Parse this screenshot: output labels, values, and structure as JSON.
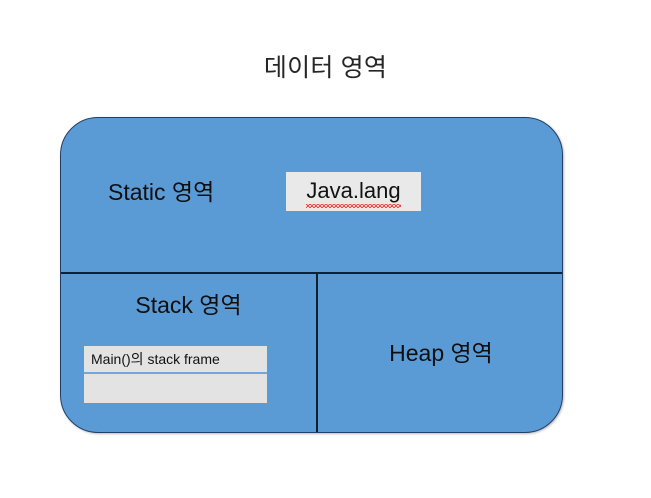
{
  "diagram": {
    "title": "데이터 영역",
    "regions": {
      "static": {
        "label": "Static 영역",
        "item_box": {
          "text": "Java.lang",
          "spellcheck_underline": true,
          "background_color": "#E9E9E9",
          "underline_color": "#e01b1b"
        }
      },
      "stack": {
        "label": "Stack 영역",
        "frames": [
          {
            "text": "Main()의 stack frame"
          },
          {
            "text": ""
          }
        ],
        "frame_table_background": "#E3E3E3",
        "frame_divider_color": "#6fa8dc"
      },
      "heap": {
        "label": "Heap 영역"
      }
    },
    "colors": {
      "box_fill": "#5B9BD5",
      "box_border": "#20406b",
      "divider": "#0d2236",
      "page_background": "#ffffff",
      "text": "#0f0f0f"
    }
  }
}
